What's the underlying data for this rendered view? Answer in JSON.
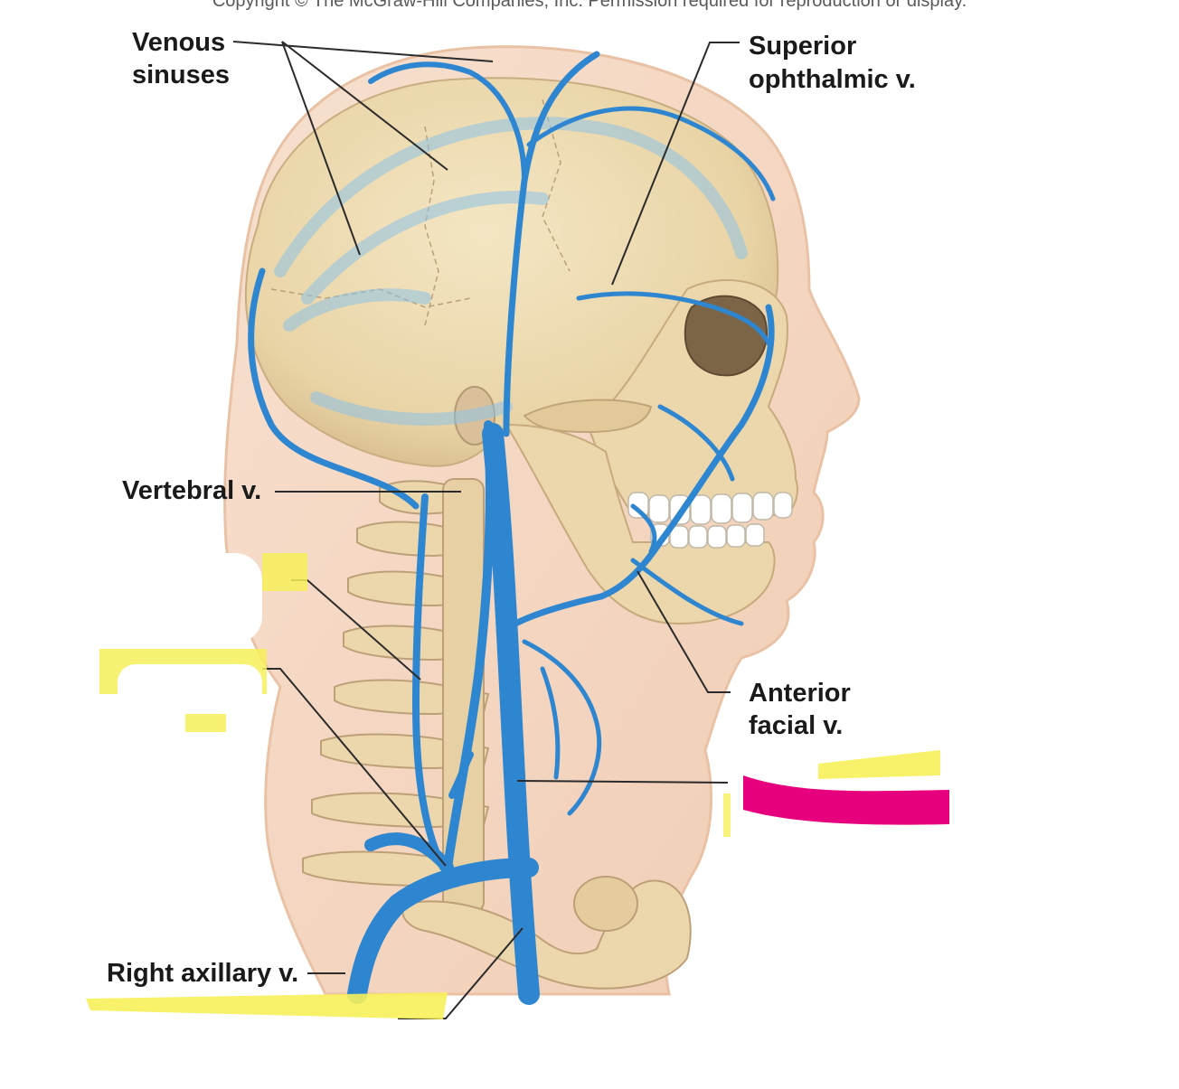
{
  "copyright": "Copyright © The McGraw-Hill Companies, Inc. Permission required for reproduction or display.",
  "labels": {
    "venous_sinuses_line1": "Venous",
    "venous_sinuses_line2": "sinuses",
    "superior_ophthalmic_line1": "Superior",
    "superior_ophthalmic_line2": "ophthalmic v.",
    "vertebral": "Vertebral v.",
    "anterior_facial_line1": "Anterior",
    "anterior_facial_line2": "facial v.",
    "right_axillary": "Right axillary v."
  },
  "colors": {
    "vein": "#2f86d0",
    "vein_dark": "#1f6db3",
    "bone": "#eedcb4",
    "bone_shadow": "#cdb58a",
    "skin": "#f5d7c2",
    "skin_outline": "#e8bea3",
    "highlight_yellow": "#f7f05a",
    "highlight_magenta": "#e6007e",
    "leader_line": "#2b2b2b"
  }
}
